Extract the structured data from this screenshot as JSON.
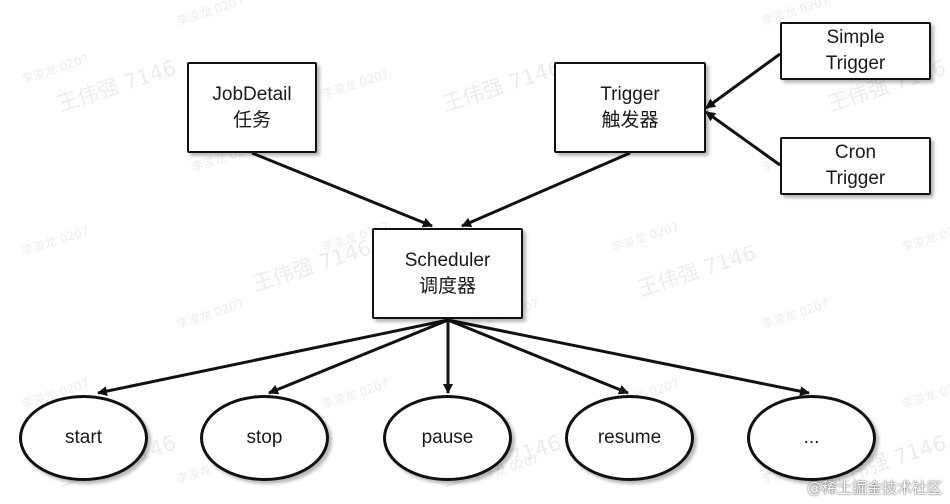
{
  "nodes": {
    "jobdetail": {
      "line1": "JobDetail",
      "line2": "任务"
    },
    "trigger": {
      "line1": "Trigger",
      "line2": "触发器"
    },
    "simple_trigger": {
      "line1": "Simple",
      "line2": "Trigger"
    },
    "cron_trigger": {
      "line1": "Cron",
      "line2": "Trigger"
    },
    "scheduler": {
      "line1": "Scheduler",
      "line2": "调度器"
    },
    "actions": [
      "start",
      "stop",
      "pause",
      "resume",
      "..."
    ]
  },
  "watermark": {
    "name": "王伟强 7146",
    "small": "李浚龙 0207"
  },
  "footer": {
    "site": "@稀土掘金技术社区"
  }
}
